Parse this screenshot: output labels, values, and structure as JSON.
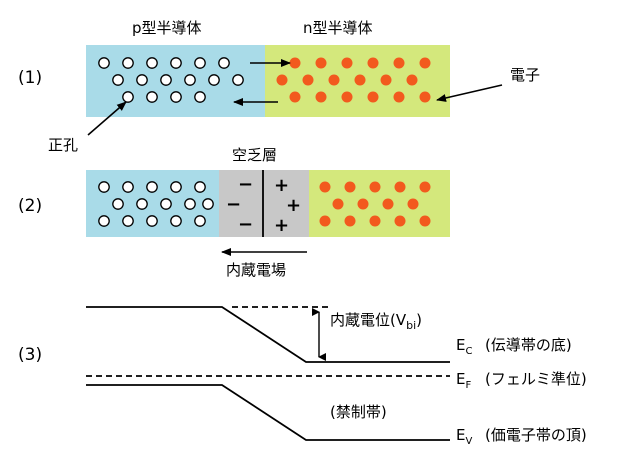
{
  "section1": {
    "number": "(1)",
    "p_label": "p型半導体",
    "n_label": "n型半導体",
    "electron_label": "電子",
    "hole_label": "正孔"
  },
  "section2": {
    "number": "(2)",
    "depletion_label": "空乏層",
    "field_label": "内蔵電場",
    "minus_sign": "−",
    "plus_sign": "+"
  },
  "section3": {
    "number": "(3)",
    "vbi_label_main": "内蔵電位(V",
    "vbi_label_sub": "bi",
    "vbi_label_close": ")",
    "ec_symbol": "E",
    "ec_sub": "C",
    "ec_desc": "(伝導帯の底)",
    "ef_symbol": "E",
    "ef_sub": "F",
    "ef_desc": "(フェルミ準位)",
    "ev_symbol": "E",
    "ev_sub": "V",
    "ev_desc": "(価電子帯の頂)",
    "forbidden_label": "(禁制帯)"
  },
  "colors": {
    "p_region": "#a9dbe8",
    "n_region": "#d4e87c",
    "depletion_region": "#c8c8c8",
    "electron": "#f25a1e",
    "hole_fill": "#ffffff",
    "line": "#000000"
  },
  "icons": {
    "hole": "hollow-circle",
    "electron": "filled-circle"
  }
}
